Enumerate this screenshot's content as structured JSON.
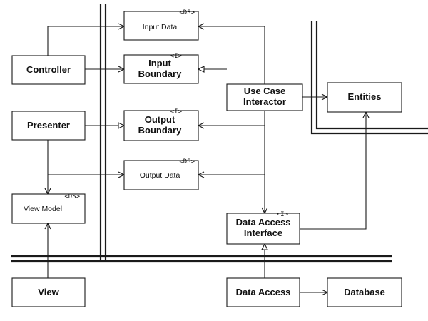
{
  "stereotypes": {
    "ds": "<DS>",
    "interface": "<I>"
  },
  "boxes": {
    "controller": "Controller",
    "presenter": "Presenter",
    "view_model": "View Model",
    "view": "View",
    "input_data": "Input Data",
    "input_boundary": [
      "Input",
      "Boundary"
    ],
    "output_boundary": [
      "Output",
      "Boundary"
    ],
    "output_data": "Output Data",
    "use_case_interactor": [
      "Use Case",
      "Interactor"
    ],
    "entities": "Entities",
    "data_access_interface": [
      "Data Access",
      "Interface"
    ],
    "data_access": "Data Access",
    "database": "Database"
  }
}
